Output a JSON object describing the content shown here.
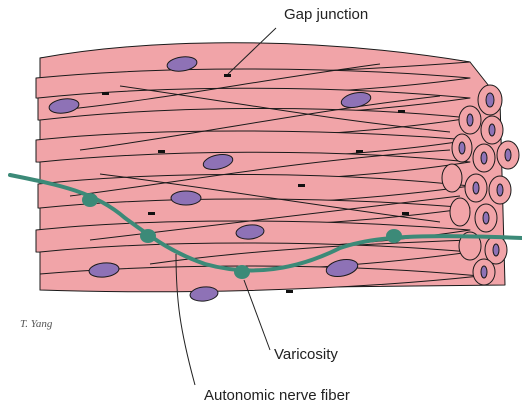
{
  "labels": {
    "gap_junction": "Gap junction",
    "varicosity": "Varicosity",
    "nerve_fiber": "Autonomic nerve fiber"
  },
  "signature": "T. Yang",
  "colors": {
    "cell_fill": "#f1a4a8",
    "cell_stroke": "#1a1a1a",
    "nucleus": "#8e72b6",
    "nerve": "#3c8a78",
    "junction": "#111111"
  }
}
